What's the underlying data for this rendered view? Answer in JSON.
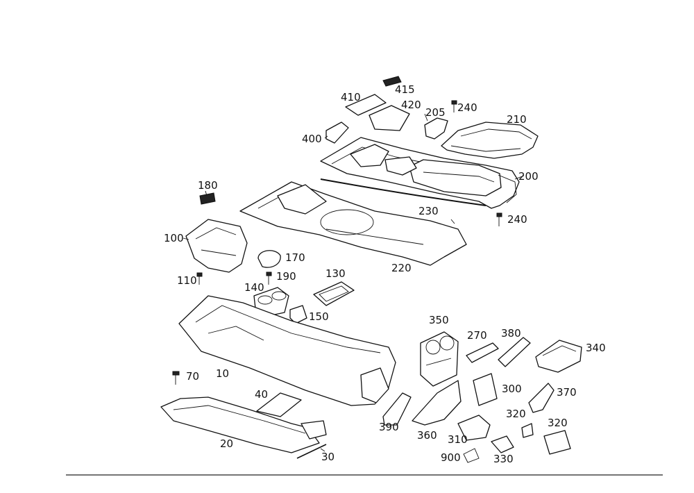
{
  "labels": {
    "p10": "10",
    "p20": "20",
    "p30": "30",
    "p40": "40",
    "p70": "70",
    "p100": "100",
    "p110": "110",
    "p130": "130",
    "p140": "140",
    "p150": "150",
    "p170": "170",
    "p180": "180",
    "p190": "190",
    "p200": "200",
    "p205": "205",
    "p210": "210",
    "p220": "220",
    "p230": "230",
    "p240_top": "240",
    "p240_side": "240",
    "p270": "270",
    "p300": "300",
    "p310": "310",
    "p320_a": "320",
    "p320_b": "320",
    "p330": "330",
    "p340": "340",
    "p350": "350",
    "p360": "360",
    "p370": "370",
    "p380": "380",
    "p390": "390",
    "p400": "400",
    "p410": "410",
    "p415": "415",
    "p420": "420",
    "p900": "900"
  }
}
